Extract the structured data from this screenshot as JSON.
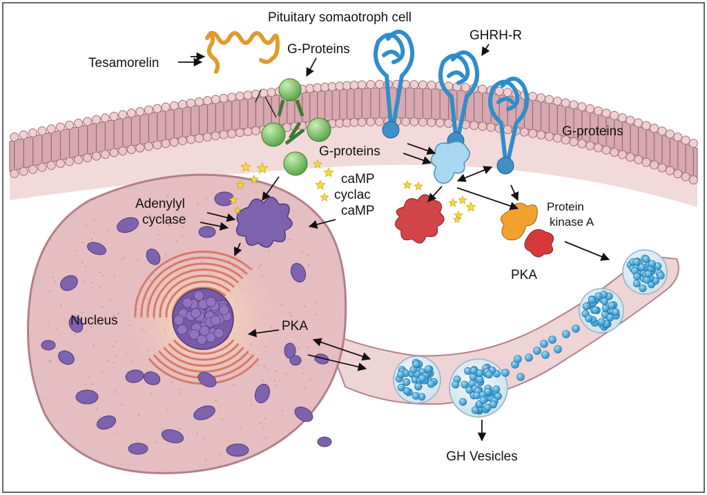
{
  "title": "Pituitary somaotroph cell",
  "labels": {
    "tesamorelin": "Tesamorelin",
    "g_proteins_top": "G-Proteins",
    "ghrh_r": "GHRH-R",
    "g_proteins_right": "G-proteins",
    "g_proteins_mid": "G-proteins",
    "camp_1": "caMP",
    "cyclac": "cyclac",
    "camp_2": "caMP",
    "adenylyl_line1": "Adenylyl",
    "adenylyl_line2": "cyclase",
    "protein_kinase_line1": "Protein",
    "protein_kinase_line2": "kinase A",
    "pka_right": "PKA",
    "nucleus": "Nucleus",
    "pka_nucleus": "PKA",
    "gh_vesicles": "GH Vesicles"
  },
  "colors": {
    "cytoplasm": "#f1d7d8",
    "membrane_head": "#ecc9c9",
    "membrane_tail": "#c99aa3",
    "nucleus_fill": "#e8c1c4",
    "organelle": "#7b5fa6",
    "receptor": "#3f9fd6",
    "g_protein": "#7fc56a",
    "tesamorelin": "#e39a2f",
    "pka_orange": "#f2a12f",
    "pka_red": "#d63a38",
    "vesicle_dot": "#3fa7dc",
    "star": "#f6dd33",
    "golgi": "#de7f6e"
  },
  "icons": [
    "tesamorelin-peptide-icon",
    "g-protein-icon",
    "ghrh-receptor-icon",
    "adenylyl-cyclase-icon",
    "protein-kinase-a-icon",
    "star-icon",
    "gh-vesicle-icon",
    "nucleolus-icon",
    "golgi-icon"
  ]
}
